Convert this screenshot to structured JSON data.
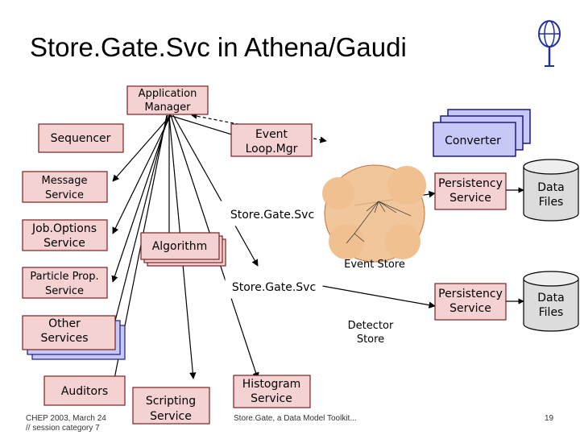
{
  "slide": {
    "title": "Store.Gate.Svc in Athena/Gaudi",
    "footer_left_line1": "CHEP 2003, March 24",
    "footer_left_line2": "// session category 7",
    "footer_center": "Store.Gate, a Data Model Toolkit...",
    "page_number": "19"
  },
  "diagram": {
    "app_manager": [
      "Application",
      "Manager"
    ],
    "sequencer": "Sequencer",
    "event_loop_mgr": [
      "Event",
      "Loop.Mgr"
    ],
    "converter": "Converter",
    "message_service": [
      "Message",
      "Service"
    ],
    "joboptions_service": [
      "Job.Options",
      "Service"
    ],
    "particle_prop_service": [
      "Particle Prop.",
      "Service"
    ],
    "other_services": [
      "Other",
      "Services"
    ],
    "auditors": "Auditors",
    "algorithm": "Algorithm",
    "scripting_service": [
      "Scripting",
      "Service"
    ],
    "histogram_service": [
      "Histogram",
      "Service"
    ],
    "storegate_svc_top": "Store.Gate.Svc",
    "storegate_svc_bottom": "Store.Gate.Svc",
    "event_store": "Event Store",
    "detector_store": [
      "Detector",
      "Store"
    ],
    "persistency_service_top": [
      "Persistency",
      "Service"
    ],
    "persistency_service_bottom": [
      "Persistency",
      "Service"
    ],
    "data_files_top": [
      "Data",
      "Files"
    ],
    "data_files_bottom": [
      "Data",
      "Files"
    ]
  },
  "colors": {
    "box_fill": "#f4d2d2",
    "box_stroke": "#7a2020",
    "converter_fill": "#c8c8f8",
    "converter_stroke": "#1a1a80",
    "cloud_fill": "#f0c090",
    "cylinder_fill": "#dcdcdc"
  }
}
